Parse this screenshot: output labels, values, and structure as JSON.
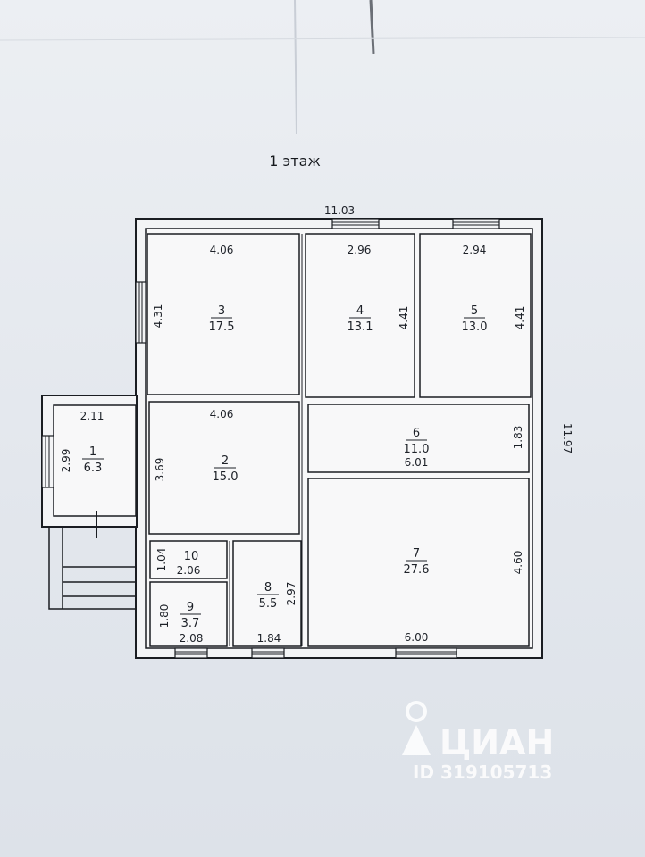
{
  "title": "1 этаж",
  "overall": {
    "width": "11.03",
    "height": "11.97"
  },
  "rooms": [
    {
      "id": "r1",
      "number": "1",
      "area": "6.3"
    },
    {
      "id": "r2",
      "number": "2",
      "area": "15.0"
    },
    {
      "id": "r3",
      "number": "3",
      "area": "17.5"
    },
    {
      "id": "r4",
      "number": "4",
      "area": "13.1"
    },
    {
      "id": "r5",
      "number": "5",
      "area": "13.0"
    },
    {
      "id": "r6",
      "number": "6",
      "area": "11.0"
    },
    {
      "id": "r7",
      "number": "7",
      "area": "27.6"
    },
    {
      "id": "r8",
      "number": "8",
      "area": "5.5"
    },
    {
      "id": "r9",
      "number": "9",
      "area": "3.7"
    },
    {
      "id": "r10",
      "number": "10",
      "area": ""
    }
  ],
  "dimensions": {
    "r1_w": "2.11",
    "r1_h": "2.99",
    "r2_w": "4.06",
    "r2_h": "3.69",
    "r3_w": "4.06",
    "r3_h": "4.31",
    "r4_w": "2.96",
    "r4_h": "4.41",
    "r5_w": "2.94",
    "r5_h": "4.41",
    "r6_w": "6.01",
    "r6_h": "1.83",
    "r7_w": "6.00",
    "r7_h": "4.60",
    "r8_w": "1.84",
    "r8_h": "2.97",
    "r9_w": "2.08",
    "r9_h": "1.80",
    "r10_w": "2.06",
    "r10_h": "1.04"
  },
  "watermark": {
    "brand": "ЦИАН",
    "id": "ID 319105713"
  }
}
